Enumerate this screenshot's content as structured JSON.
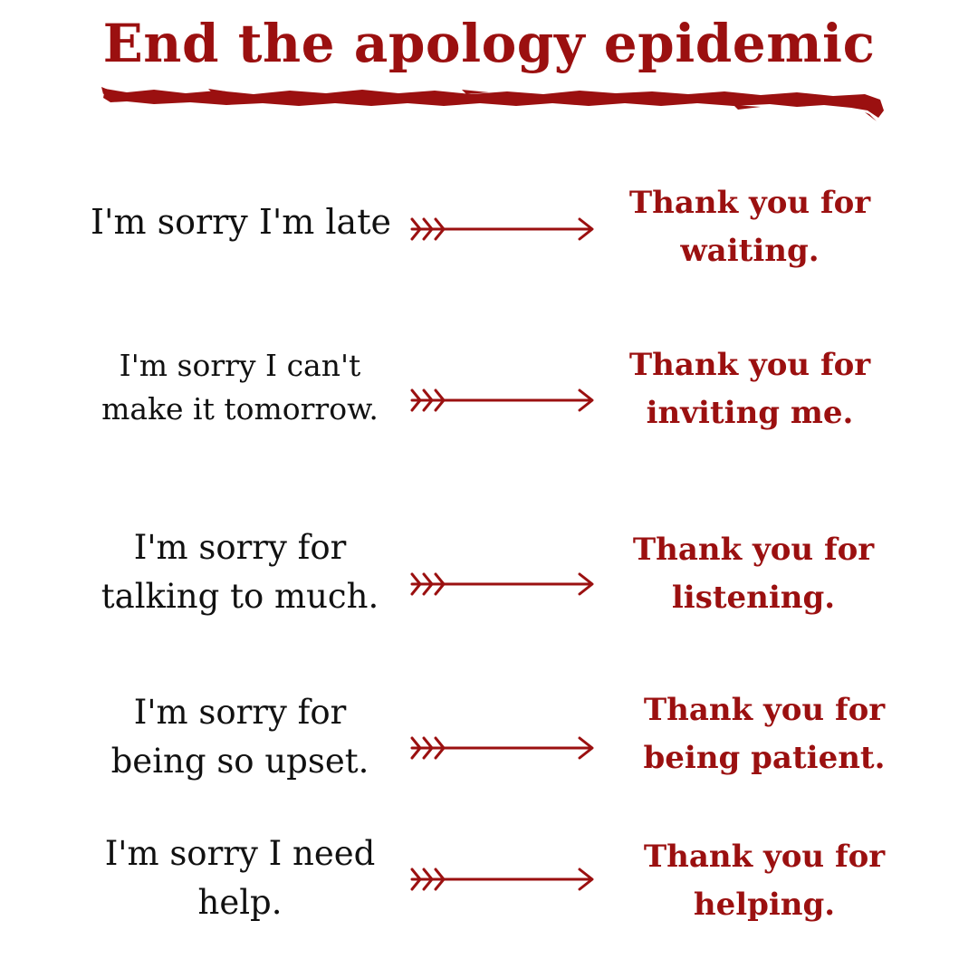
{
  "title": "End the apology epidemic",
  "accent_color": "#9b1010",
  "arrow_icon": "fletched-arrow-right",
  "rows": [
    {
      "apology_lines": [
        "I'm sorry I'm late"
      ],
      "thanks_lines": [
        "Thank you for",
        "waiting."
      ]
    },
    {
      "apology_lines": [
        "I'm sorry I can't",
        "make it tomorrow."
      ],
      "thanks_lines": [
        "Thank you for",
        "inviting me."
      ]
    },
    {
      "apology_lines": [
        "I'm sorry for",
        "talking to much."
      ],
      "thanks_lines": [
        "Thank you for",
        "listening."
      ]
    },
    {
      "apology_lines": [
        "I'm sorry for",
        "being so upset."
      ],
      "thanks_lines": [
        "Thank you for",
        "being patient."
      ]
    },
    {
      "apology_lines": [
        "I'm sorry I need",
        "help."
      ],
      "thanks_lines": [
        "Thank you for",
        "helping."
      ]
    }
  ]
}
